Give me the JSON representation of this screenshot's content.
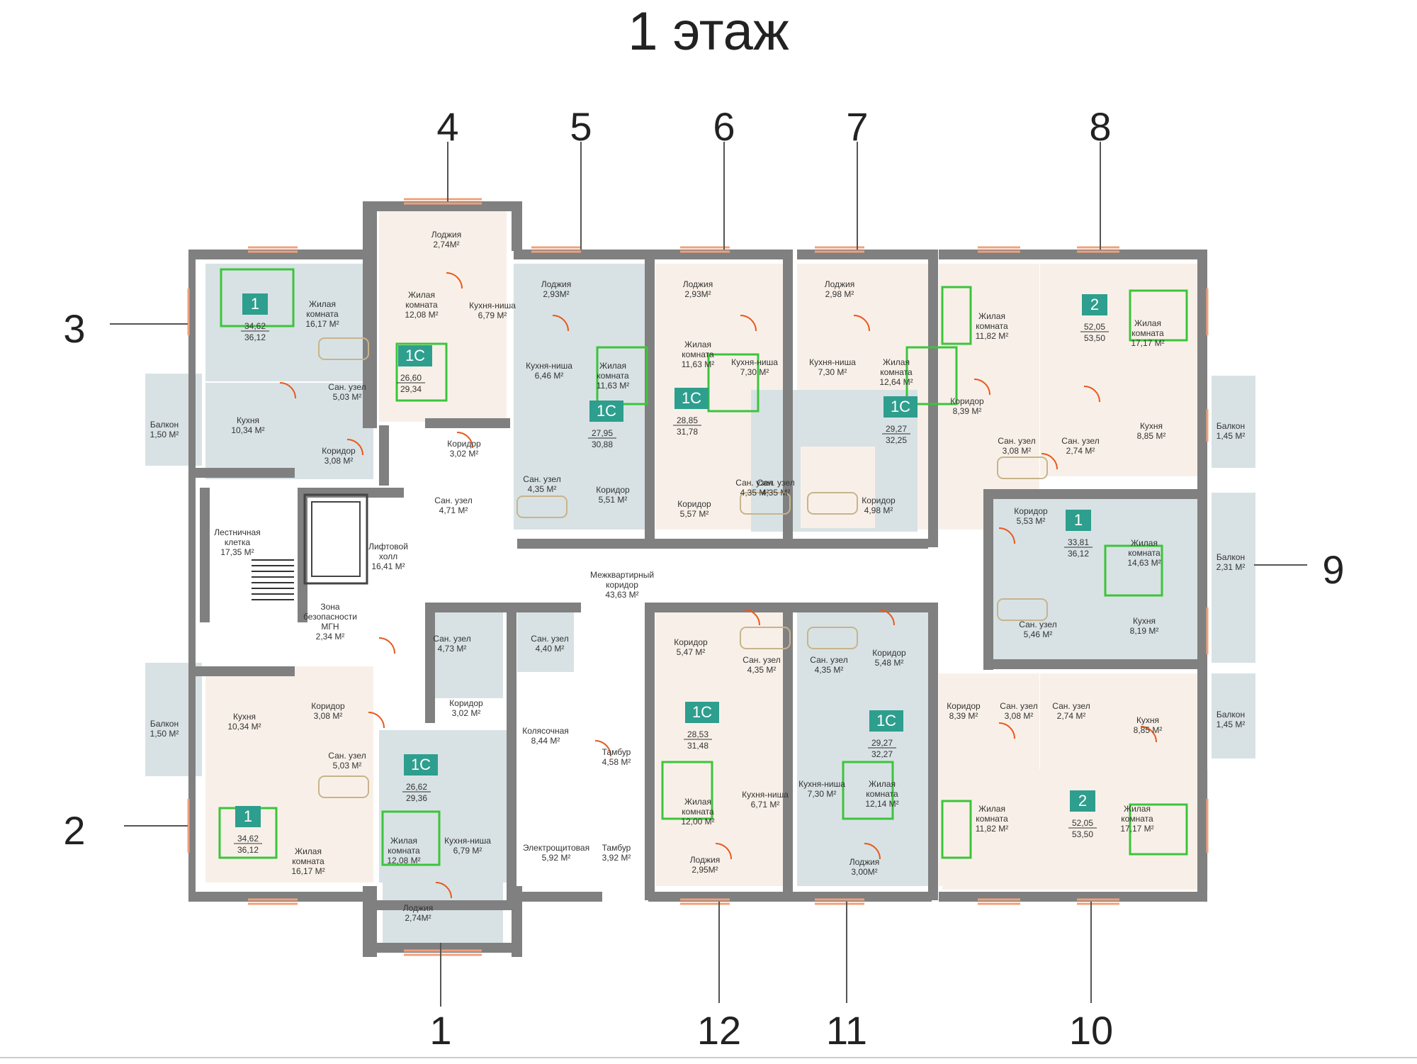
{
  "title": "1 этаж",
  "colors": {
    "wall": "#808080",
    "cream": "#f8f0e8",
    "blue": "#d8e2e4",
    "white": "#ffffff",
    "door": "#e85a1e",
    "window": "#f2a07a",
    "furniture": "#3cc43c",
    "badge": "#2e9e8e",
    "badge_text": "#ffffff",
    "fixture": "#c8b48c"
  },
  "apartment_numbers": [
    "1",
    "2",
    "3",
    "4",
    "5",
    "6",
    "7",
    "8",
    "9",
    "10",
    "11",
    "12"
  ],
  "rooms": [
    {
      "name": "Лоджия",
      "area": "2,74М²"
    },
    {
      "name": "Жилая комната",
      "area": "16,17 М²"
    },
    {
      "name": "Жилая комната",
      "area": "12,08 М²"
    },
    {
      "name": "Кухня-ниша",
      "area": "6,79 М²"
    },
    {
      "name": "Сан. узел",
      "area": "5,03 М²"
    },
    {
      "name": "Балкон",
      "area": "1,50 М²"
    },
    {
      "name": "Кухня",
      "area": "10,34 М²"
    },
    {
      "name": "Коридор",
      "area": "3,08 М²"
    },
    {
      "name": "Коридор",
      "area": "3,02 М²"
    },
    {
      "name": "Сан. узел",
      "area": "4,71 М²"
    },
    {
      "name": "Лоджия",
      "area": "2,93М²"
    },
    {
      "name": "Кухня-ниша",
      "area": "6,46 М²"
    },
    {
      "name": "Жилая комната",
      "area": "11,63 М²"
    },
    {
      "name": "Сан. узел",
      "area": "4,35 М²"
    },
    {
      "name": "Коридор",
      "area": "5,51 М²"
    },
    {
      "name": "Лоджия",
      "area": "2,93М²"
    },
    {
      "name": "Жилая комната",
      "area": "11,63 М²"
    },
    {
      "name": "Кухня-ниша",
      "area": "7,30 М²"
    },
    {
      "name": "Коридор",
      "area": "5,57 М²"
    },
    {
      "name": "Сан. узел",
      "area": "4,35 М²"
    },
    {
      "name": "Лоджия",
      "area": "2,98 М²"
    },
    {
      "name": "Кухня-ниша",
      "area": "7,30 М²"
    },
    {
      "name": "Жилая комната",
      "area": "12,64 М²"
    },
    {
      "name": "Сан. узел",
      "area": "4,35 М²"
    },
    {
      "name": "Коридор",
      "area": "4,98 М²"
    },
    {
      "name": "Жилая комната",
      "area": "11,82 М²"
    },
    {
      "name": "Жилая комната",
      "area": "17,17 М²"
    },
    {
      "name": "Коридор",
      "area": "8,39 М²"
    },
    {
      "name": "Сан. узел",
      "area": "3,08 М²"
    },
    {
      "name": "Сан. узел",
      "area": "2,74 М²"
    },
    {
      "name": "Кухня",
      "area": "8,85 М²"
    },
    {
      "name": "Балкон",
      "area": "1,45 М²"
    },
    {
      "name": "Коридор",
      "area": "5,53 М²"
    },
    {
      "name": "Жилая комната",
      "area": "14,63 М²"
    },
    {
      "name": "Балкон",
      "area": "2,31 М²"
    },
    {
      "name": "Сан. узел",
      "area": "5,46 М²"
    },
    {
      "name": "Кухня",
      "area": "8,19 М²"
    },
    {
      "name": "Лестничная клетка",
      "area": "17,35 М²"
    },
    {
      "name": "Лифтовой холл",
      "area": "16,41 М²"
    },
    {
      "name": "Зона безопасности МГН",
      "area": "2,34 М²"
    },
    {
      "name": "Межквартирный коридор",
      "area": "43,63 М²"
    },
    {
      "name": "Кухня",
      "area": "10,34 М²"
    },
    {
      "name": "Коридор",
      "area": "3,08 М²"
    },
    {
      "name": "Балкон",
      "area": "1,50 М²"
    },
    {
      "name": "Сан. узел",
      "area": "5,03 М²"
    },
    {
      "name": "Жилая комната",
      "area": "16,17 М²"
    },
    {
      "name": "Сан. узел",
      "area": "4,73 М²"
    },
    {
      "name": "Сан. узел",
      "area": "4,40 М²"
    },
    {
      "name": "Коридор",
      "area": "3,02 М²"
    },
    {
      "name": "Жилая комната",
      "area": "12,08 М²"
    },
    {
      "name": "Кухня-ниша",
      "area": "6,79 М²"
    },
    {
      "name": "Лоджия",
      "area": "2,74М²"
    },
    {
      "name": "Колясочная",
      "area": "8,44 М²"
    },
    {
      "name": "Тамбур",
      "area": "4,58 М²"
    },
    {
      "name": "Электрощитовая",
      "area": "5,92 М²"
    },
    {
      "name": "Тамбур",
      "area": "3,92 М²"
    },
    {
      "name": "Коридор",
      "area": "5,47 М²"
    },
    {
      "name": "Сан. узел",
      "area": "4,35 М²"
    },
    {
      "name": "Жилая комната",
      "area": "12,00 М²"
    },
    {
      "name": "Кухня-ниша",
      "area": "6,71 М²"
    },
    {
      "name": "Лоджия",
      "area": "2,95М²"
    },
    {
      "name": "Сан. узел",
      "area": "4,35 М²"
    },
    {
      "name": "Коридор",
      "area": "5,48 М²"
    },
    {
      "name": "Кухня-ниша",
      "area": "7,30 М²"
    },
    {
      "name": "Жилая комната",
      "area": "12,14 М²"
    },
    {
      "name": "Лоджия",
      "area": "3,00М²"
    },
    {
      "name": "Коридор",
      "area": "8,39 М²"
    },
    {
      "name": "Сан. узел",
      "area": "3,08 М²"
    },
    {
      "name": "Сан. узел",
      "area": "2,74 М²"
    },
    {
      "name": "Кухня",
      "area": "8,85 М²"
    },
    {
      "name": "Балкон",
      "area": "1,45 М²"
    },
    {
      "name": "Жилая комната",
      "area": "11,82 М²"
    },
    {
      "name": "Жилая комната",
      "area": "17,17 М²"
    }
  ],
  "apartments": [
    {
      "type": "1",
      "area_living": "34,62",
      "area_total": "36,12"
    },
    {
      "type": "1С",
      "area_living": "26,60",
      "area_total": "29,34"
    },
    {
      "type": "1С",
      "area_living": "27,95",
      "area_total": "30,88"
    },
    {
      "type": "1С",
      "area_living": "28,85",
      "area_total": "31,78"
    },
    {
      "type": "1С",
      "area_living": "29,27",
      "area_total": "32,25"
    },
    {
      "type": "2",
      "area_living": "52,05",
      "area_total": "53,50"
    },
    {
      "type": "1",
      "area_living": "33,81",
      "area_total": "36,12"
    },
    {
      "type": "1",
      "area_living": "34,62",
      "area_total": "36,12"
    },
    {
      "type": "1С",
      "area_living": "26,62",
      "area_total": "29,36"
    },
    {
      "type": "1С",
      "area_living": "28,53",
      "area_total": "31,48"
    },
    {
      "type": "1С",
      "area_living": "29,27",
      "area_total": "32,27"
    },
    {
      "type": "2",
      "area_living": "52,05",
      "area_total": "53,50"
    }
  ]
}
